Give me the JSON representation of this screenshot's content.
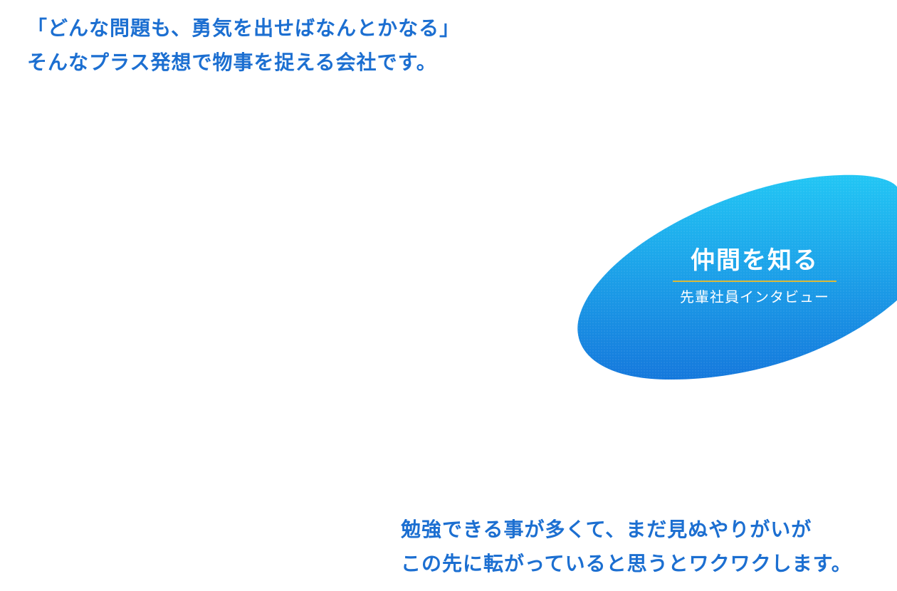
{
  "quote_top": {
    "line1": "「どんな問題も、勇気を出せばなんとかなる」",
    "line2": "そんなプラス発想で物事を捉える会社です。"
  },
  "nav_blob": {
    "title": "仲間を知る",
    "subtitle": "先輩社員インタビュー",
    "colors": {
      "gradient_top": "#22c6f4",
      "gradient_bottom": "#1578dc",
      "underline": "#d9b938",
      "text": "#ffffff"
    }
  },
  "quote_bottom": {
    "line1": "勉強できる事が多くて、まだ見ぬやりがいが",
    "line2": "この先に転がっていると思うとワクワクします。"
  },
  "colors": {
    "quote_text": "#1c6fd1",
    "background": "#ffffff"
  }
}
